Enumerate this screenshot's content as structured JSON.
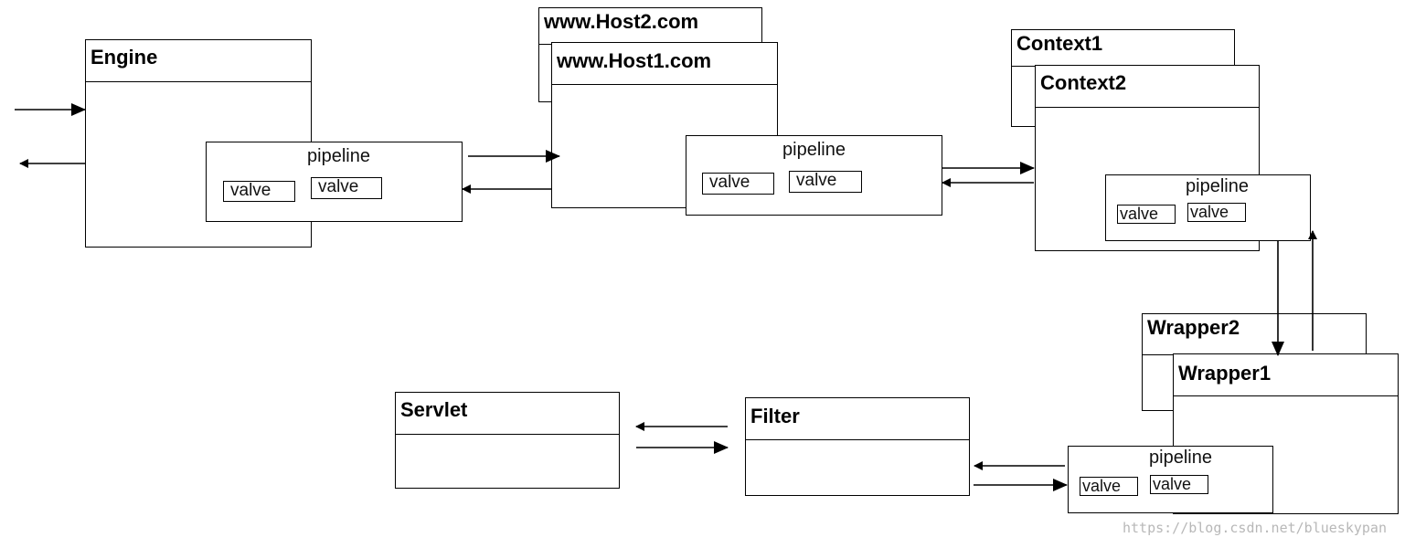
{
  "engine": {
    "title": "Engine"
  },
  "hosts": {
    "back": "www.Host2.com",
    "front": "www.Host1.com"
  },
  "contexts": {
    "back": "Context1",
    "front": "Context2"
  },
  "wrappers": {
    "back": "Wrapper2",
    "front": "Wrapper1"
  },
  "filter": {
    "title": "Filter"
  },
  "servlet": {
    "title": "Servlet"
  },
  "pipeline": {
    "label": "pipeline",
    "valve_label": "valve"
  },
  "watermark": "https://blog.csdn.net/blueskypan"
}
